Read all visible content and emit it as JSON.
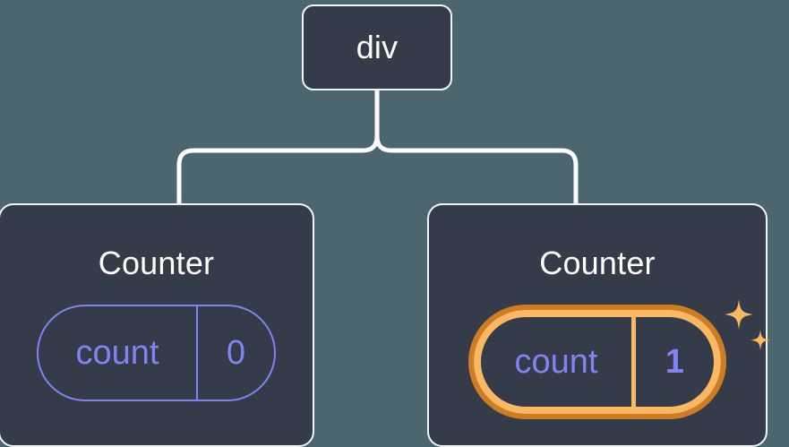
{
  "diagram": {
    "type": "component-tree",
    "background_color": "#4c6670",
    "node_fill_color": "#343b49",
    "node_border_color": "#f2f5f7",
    "connector_color": "#ffffff",
    "accent_periwinkle": "#8183f5",
    "highlight_outer_color": "#cf7d22",
    "highlight_inner_color": "#fab862",
    "root": {
      "label": "div"
    },
    "children": [
      {
        "id": "counter-left",
        "title": "Counter",
        "state": {
          "key": "count",
          "value": "0"
        },
        "highlighted": false,
        "sparkles": false
      },
      {
        "id": "counter-right",
        "title": "Counter",
        "state": {
          "key": "count",
          "value": "1"
        },
        "highlighted": true,
        "sparkles": true,
        "sparkle_count": 2
      }
    ]
  }
}
